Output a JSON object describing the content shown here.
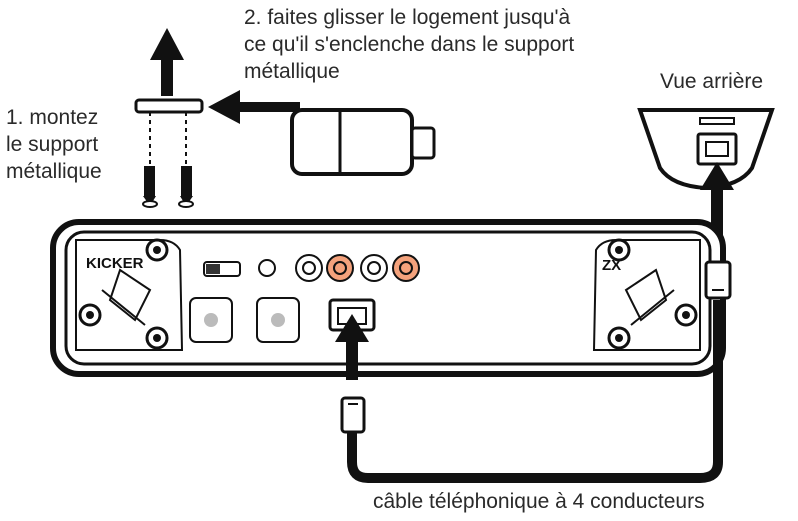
{
  "step1": {
    "lines": [
      "1. montez",
      "le support",
      "métallique"
    ]
  },
  "step2": {
    "lines": [
      "2. faites glisser le logement jusqu'à",
      "ce qu'il s'enclenche dans le support",
      "métallique"
    ]
  },
  "rear_view_label": "Vue arrière",
  "cable_label": "câble téléphonique à 4 conducteurs",
  "device": {
    "brand": "KICKER",
    "model": "ZX"
  },
  "colors": {
    "line": "#111111",
    "orange_jack": "#f4a27c",
    "panel_fill": "#ffffff"
  }
}
